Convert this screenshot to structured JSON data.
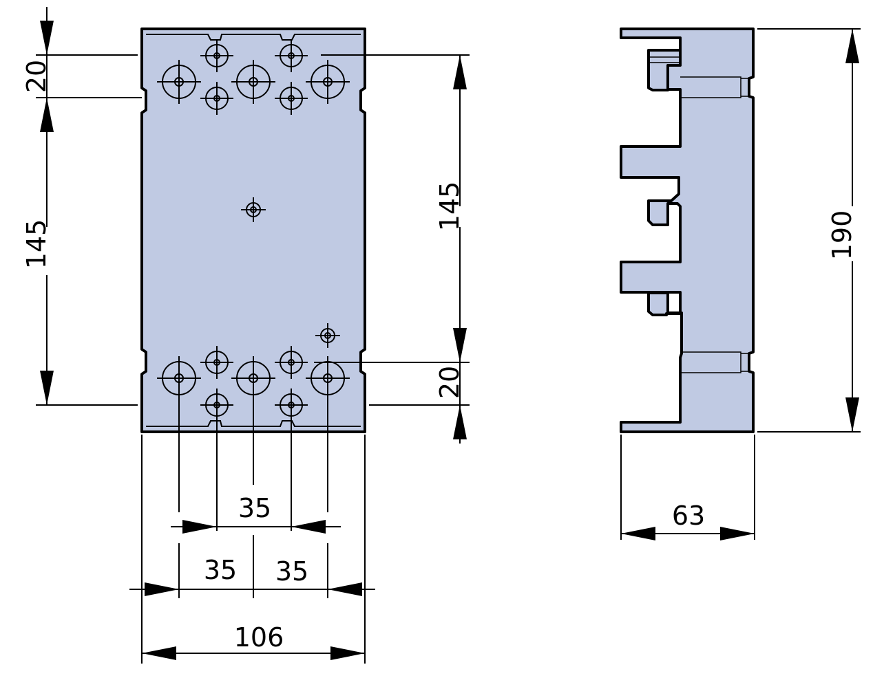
{
  "front_view": {
    "dim_top_offset": "20",
    "dim_left_spacing": "145",
    "dim_right_spacing": "145",
    "dim_bottom_offset": "20",
    "dim_hole_pitch_top": "35",
    "dim_hole_pitch_left": "35",
    "dim_hole_pitch_right": "35",
    "dim_width": "106"
  },
  "side_view": {
    "dim_depth": "63",
    "dim_height": "190"
  },
  "colors": {
    "part_fill": "#c0cae3",
    "line": "#000000"
  }
}
